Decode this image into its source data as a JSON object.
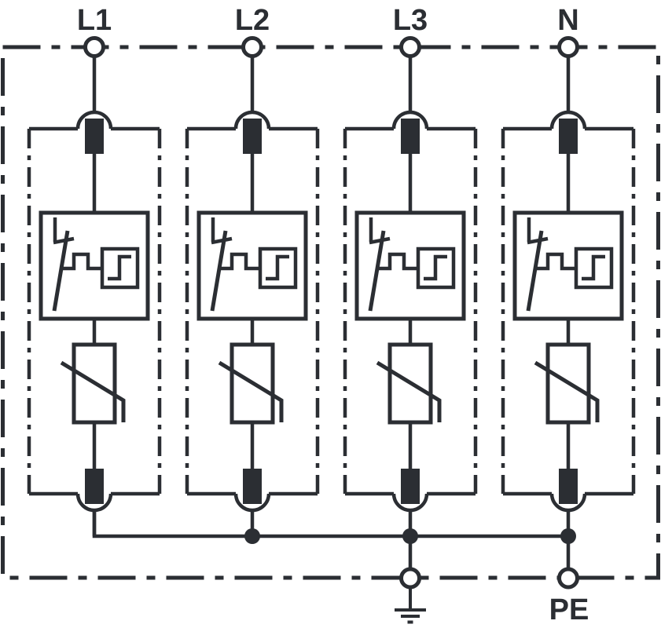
{
  "diagram": {
    "top_terminals": [
      "L1",
      "L2",
      "L3",
      "N"
    ],
    "pe_label": "PE",
    "colors": {
      "line": "#2b2e33",
      "background": "#ffffff"
    },
    "symbols": {
      "phase_terminal": "screw-terminal-icon",
      "disconnector": "thermal-disconnector-icon",
      "trigger": "trigger-unit-icon",
      "varistor": "varistor-icon",
      "earth": "earth-ground-icon"
    }
  }
}
